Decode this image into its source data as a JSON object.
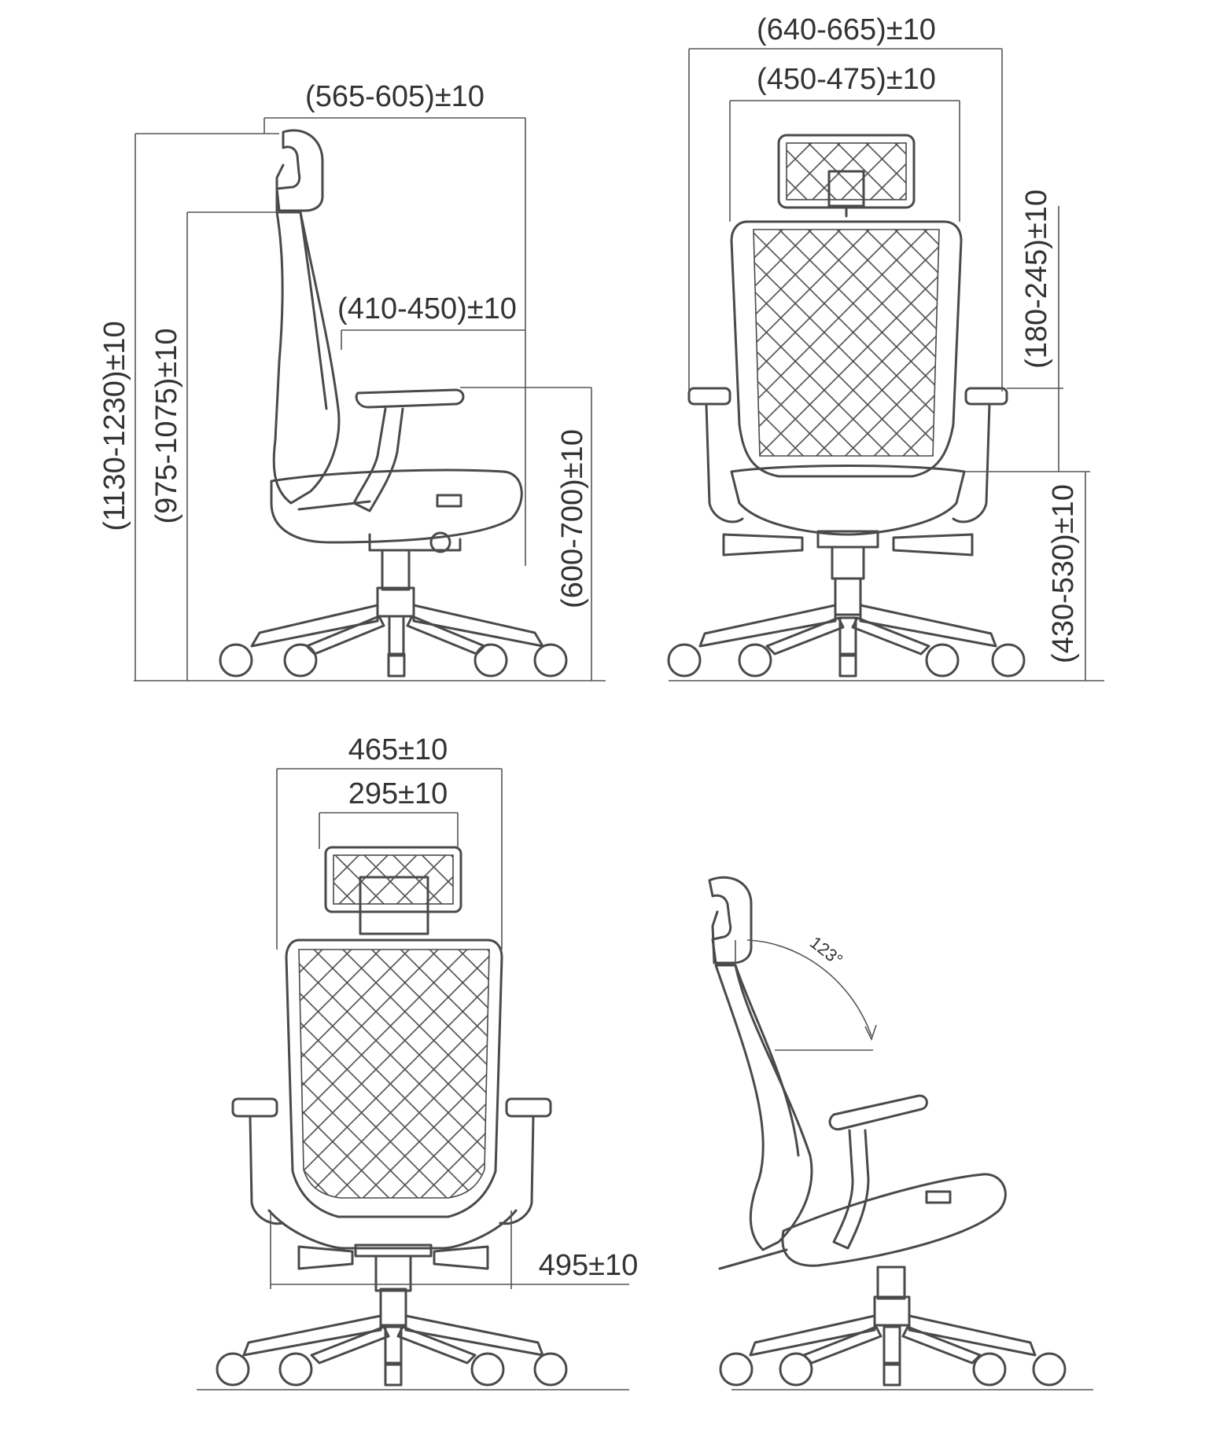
{
  "colors": {
    "line": "#4a4a4a",
    "dimension": "#555555",
    "text": "#333333",
    "background": "#ffffff"
  },
  "dimensions": {
    "side_depth": "(565-605)±10",
    "side_seat_depth": "(410-450)±10",
    "side_total_height": "(1130-1230)±10",
    "side_back_height": "(975-1075)±10",
    "side_armrest_height": "(600-700)±10",
    "front_overall_width": "(640-665)±10",
    "front_inner_width": "(450-475)±10",
    "front_armrest_to_seat": "(180-245)±10",
    "front_seat_height": "(430-530)±10",
    "back_overall_width": "465±10",
    "back_headrest_width": "295±10",
    "back_seat_width": "495±10",
    "recline_angle": "123°"
  }
}
